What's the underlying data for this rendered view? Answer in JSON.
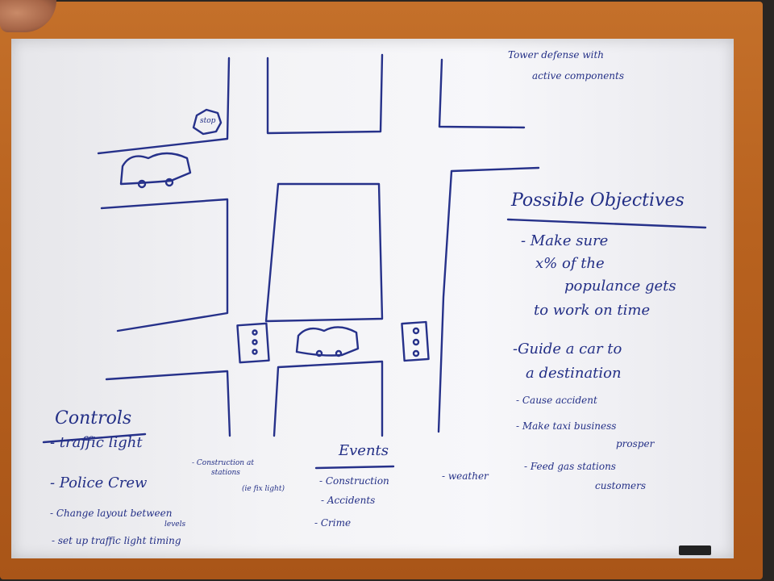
{
  "note_top": [
    "Tower defense with",
    "active components"
  ],
  "stop_sign": "stop",
  "objectives": {
    "heading": "Possible Objectives",
    "items": [
      "- Make sure",
      "x% of the",
      "populance gets",
      "to work on time",
      "-Guide a car to",
      "a destination",
      "- Cause accident",
      "- Make taxi business",
      "prosper",
      "- Feed gas stations",
      "customers"
    ]
  },
  "controls": {
    "heading": "Controls",
    "items": [
      "- traffic light",
      "- Police Crew",
      "- Change layout between",
      "levels",
      "- set up traffic light timing"
    ],
    "note": [
      "- Construction at",
      "stations",
      "(ie fix light)"
    ]
  },
  "events": {
    "heading": "Events",
    "items": [
      "- Construction",
      "- Accidents",
      "- Crime"
    ]
  },
  "weather": "- weather"
}
